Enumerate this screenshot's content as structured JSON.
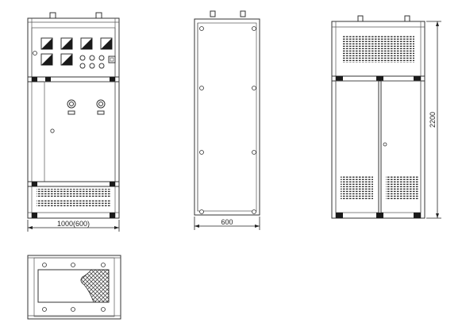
{
  "dimensions": {
    "front_width": "1000(600)",
    "side_width": "600",
    "height": "2200"
  },
  "colors": {
    "line": "#333333",
    "fill_dark": "#1a1a1a",
    "background": "#ffffff"
  }
}
